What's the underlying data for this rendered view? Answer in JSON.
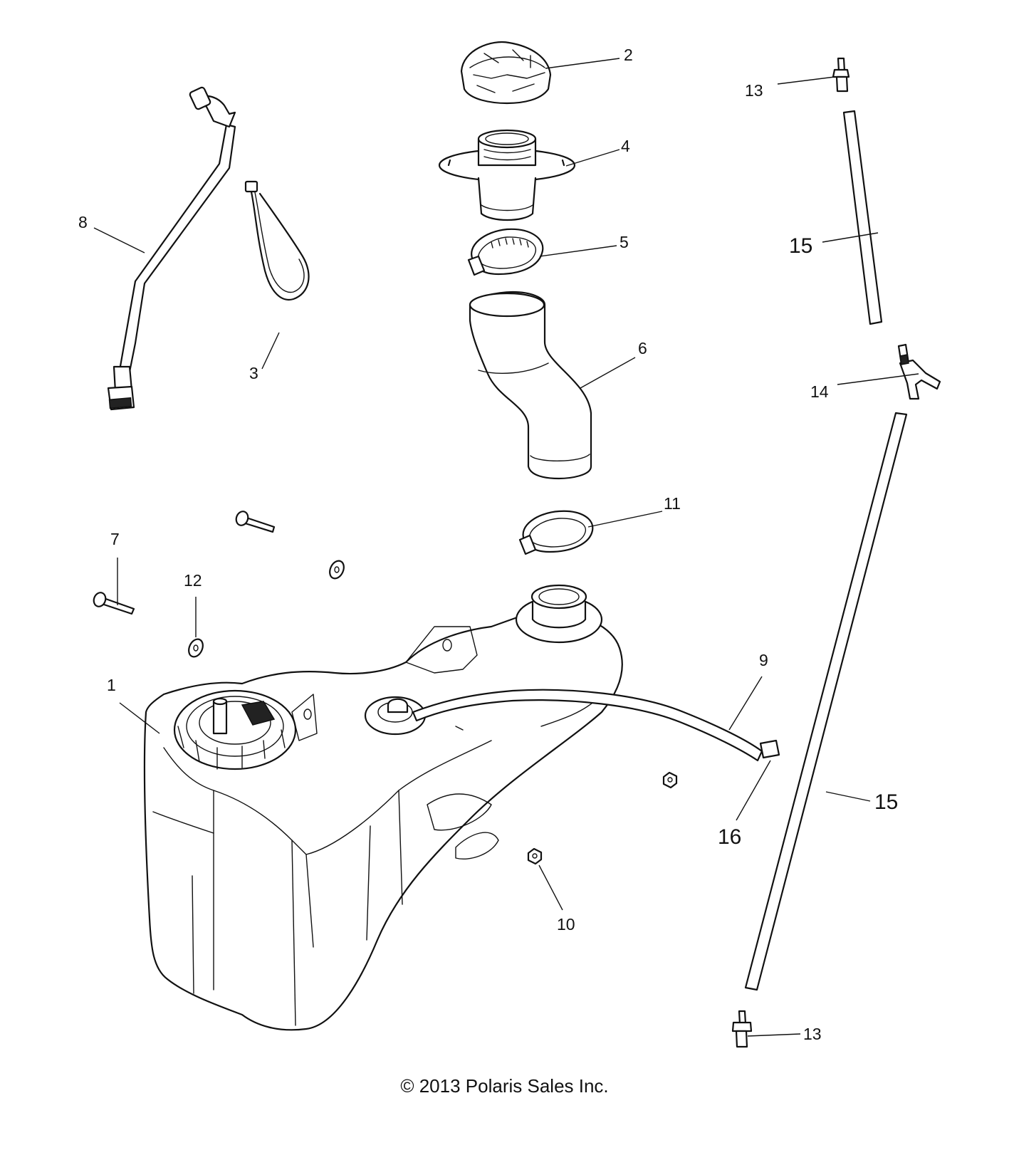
{
  "callouts": {
    "c1": "1",
    "c2": "2",
    "c3": "3",
    "c4": "4",
    "c5": "5",
    "c6": "6",
    "c7": "7",
    "c8": "8",
    "c9": "9",
    "c10": "10",
    "c11": "11",
    "c12": "12",
    "c13a": "13",
    "c13b": "13",
    "c14": "14",
    "c15a": "15",
    "c15b": "15",
    "c16": "16"
  },
  "footer": {
    "copyright": "© 2013 Polaris Sales Inc."
  }
}
